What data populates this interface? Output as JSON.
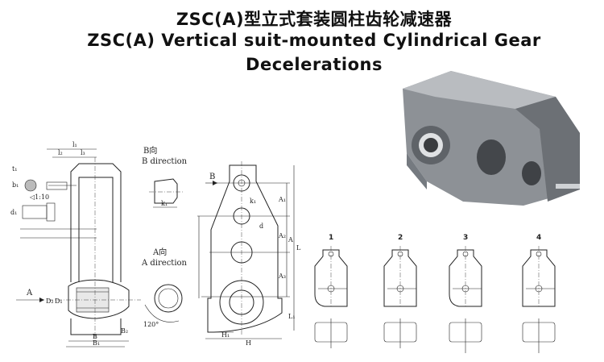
{
  "title": {
    "line1": "ZSC(A)型立式套装圆柱齿轮减速器",
    "line2": "ZSC(A) Vertical suit-mounted Cylindrical Gear",
    "line3": "Decelerations"
  },
  "views": {
    "b_dir_cn": "B向",
    "b_dir_en": "B direction",
    "a_dir_cn": "A向",
    "a_dir_en": "A direction",
    "b_arrow": "B",
    "a_arrow": "A",
    "taper": "◁1:10",
    "angle": "120°"
  },
  "dims": {
    "L": "L",
    "A": "A",
    "A1": "A₁",
    "A2": "A₂",
    "A3": "A₃",
    "H": "H",
    "H1": "H₁",
    "B": "B",
    "B1": "B₁",
    "B2": "B₂",
    "L1": "L₁",
    "k": "k₁",
    "d": "d",
    "D1": "D₁",
    "D2": "D₂",
    "l1": "l₁",
    "l2": "l₂",
    "l3": "l₃",
    "t1": "t₁",
    "b1": "b₁",
    "d1": "d₁"
  },
  "mounting_positions": [
    "1",
    "2",
    "3",
    "4"
  ]
}
